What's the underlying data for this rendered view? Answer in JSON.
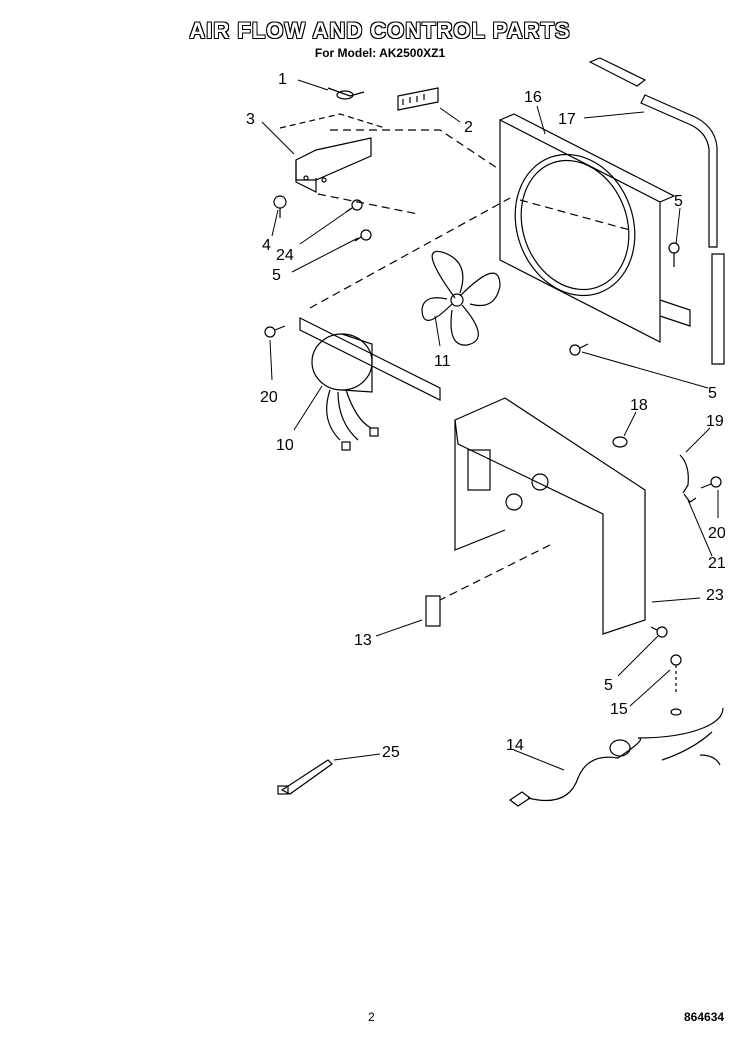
{
  "header": {
    "title": "AIR FLOW AND CONTROL PARTS",
    "subtitle": "For Model: AK2500XZ1"
  },
  "footer": {
    "page_number": "2",
    "document_number": "864634"
  },
  "callouts": [
    "1",
    "2",
    "3",
    "4",
    "24",
    "5",
    "16",
    "17",
    "5",
    "20",
    "10",
    "11",
    "5",
    "18",
    "19",
    "20",
    "21",
    "23",
    "13",
    "5",
    "15",
    "14",
    "25"
  ]
}
